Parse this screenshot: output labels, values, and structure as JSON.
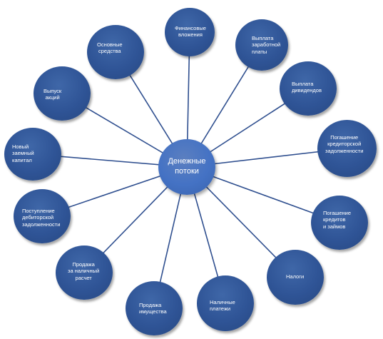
{
  "center": {
    "label": "Денежные\nпотоки"
  },
  "nodes": [
    {
      "id": "finansovye-vlozheniya",
      "label": "Финансовые\nвложения"
    },
    {
      "id": "vyplata-zarabotnoy-platy",
      "label": "Выплата\nзаработной\nплаты"
    },
    {
      "id": "vyplata-dividendov",
      "label": "Выплата\nдивидендов"
    },
    {
      "id": "pogashenie-kreditorskoy",
      "label": "Погашение\nкредиторской\nзадолженности"
    },
    {
      "id": "pogashenie-kreditov",
      "label": "Погашение\nкредитов\nи займов"
    },
    {
      "id": "nalogi",
      "label": "Налоги"
    },
    {
      "id": "nalichnye-platezhi",
      "label": "Наличные\nплатежи"
    },
    {
      "id": "prodazha-imushchestva",
      "label": "Продажа\nимущества"
    },
    {
      "id": "prodazha-za-nalichnyy",
      "label": "Продажа\nза наличный\nрасчет"
    },
    {
      "id": "postuplenie-debitorskoy",
      "label": "Поступление\nдебиторской\nзадолженности"
    },
    {
      "id": "novyy-zaemnyy-kapital",
      "label": "Новый\nзаемный\nкапитал"
    },
    {
      "id": "vypusk-aktsiy",
      "label": "Выпуск\nакций"
    },
    {
      "id": "osnovnye-sredstva",
      "label": "Основные\nсредства"
    }
  ],
  "colors": {
    "node_fill": "#2f5496",
    "center_fill": "#4472c4",
    "connector": "#2f4f8f",
    "text": "#ffffff"
  }
}
